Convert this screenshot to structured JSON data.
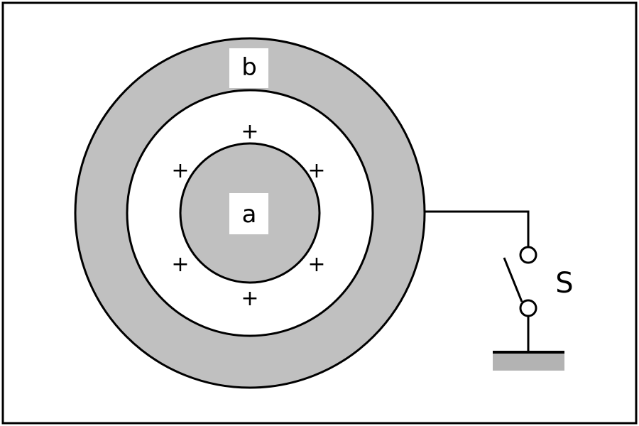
{
  "diagram": {
    "labels": {
      "outer_shell": "b",
      "inner_sphere": "a",
      "switch": "S"
    },
    "charges": [
      "+",
      "+",
      "+",
      "+",
      "+",
      "+"
    ],
    "colors": {
      "conductor_fill": "#c0c0c0",
      "stroke": "#000000",
      "background": "#ffffff",
      "ground_fill": "#b3b3b3"
    }
  }
}
